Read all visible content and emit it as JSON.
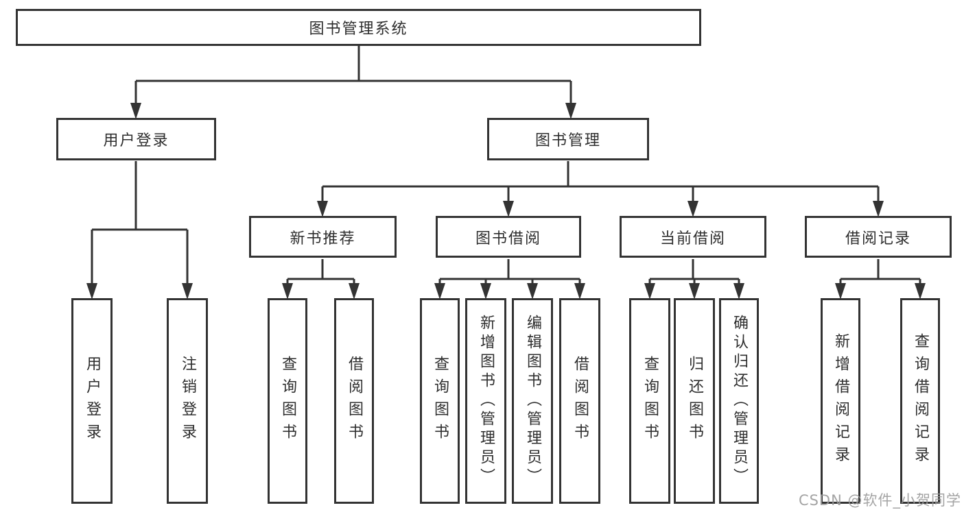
{
  "diagram": {
    "title": "图书管理系统",
    "root": {
      "label": "图书管理系统"
    },
    "branches": [
      {
        "label": "用户登录",
        "children": [
          "用户登录",
          "注销登录"
        ]
      },
      {
        "label": "图书管理",
        "groups": [
          {
            "label": "新书推荐",
            "children": [
              "查询图书",
              "借阅图书"
            ]
          },
          {
            "label": "图书借阅",
            "children": [
              "查询图书",
              "新增图书（管理员）",
              "编辑图书（管理员）",
              "借阅图书"
            ]
          },
          {
            "label": "当前借阅",
            "children": [
              "查询图书",
              "归还图书",
              "确认归还（管理员）"
            ]
          },
          {
            "label": "借阅记录",
            "children": [
              "新增借阅记录",
              "查询借阅记录"
            ]
          }
        ]
      }
    ]
  },
  "watermark": {
    "text": "CSDN @软件_小贺同学"
  },
  "colors": {
    "line": "#333333",
    "box_border": "#333333",
    "text": "#2e2e2e",
    "watermark": "#9b9b9b",
    "background": "#ffffff"
  }
}
